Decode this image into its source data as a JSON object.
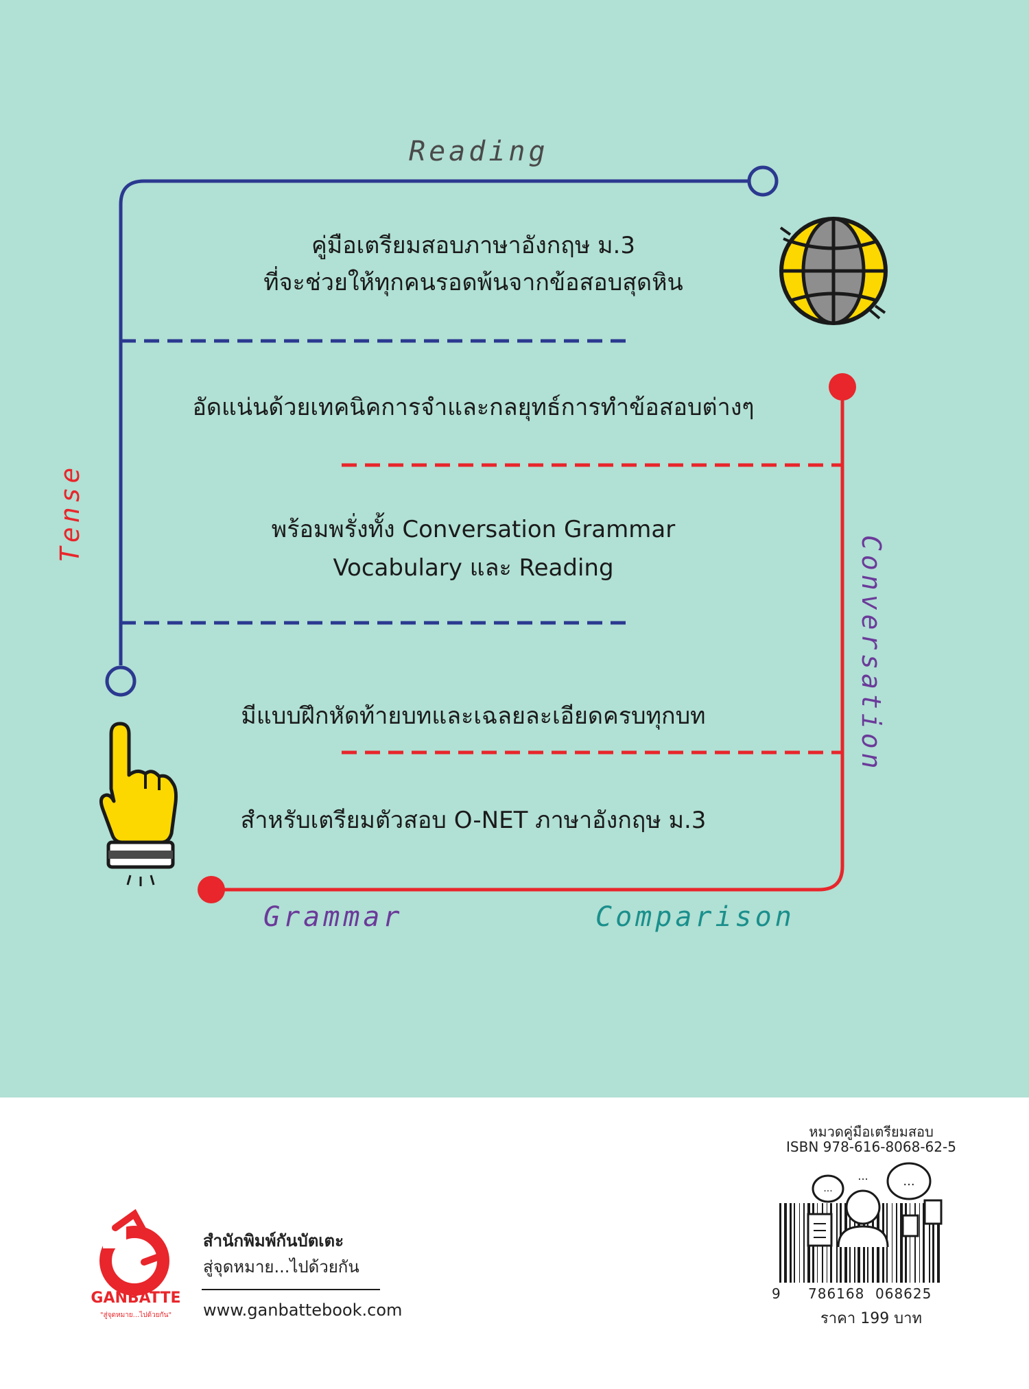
{
  "labels": {
    "reading": "Reading",
    "tense": "Tense",
    "conversation": "Conversation",
    "grammar": "Grammar",
    "comparison": "Comparison"
  },
  "blurbs": {
    "line1a": "คู่มือเตรียมสอบภาษาอังกฤษ ม.3",
    "line1b": "ที่จะช่วยให้ทุกคนรอดพ้นจากข้อสอบสุดหิน",
    "line2": "อัดแน่นด้วยเทคนิคการจำและกลยุทธ์การทำข้อสอบต่างๆ",
    "line3a": "พร้อมพรั่งทั้ง Conversation Grammar",
    "line3b": "Vocabulary และ Reading",
    "line4": "มีแบบฝึกหัดท้ายบทและเฉลยละเอียดครบทุกบท",
    "line5": "สำหรับเตรียมตัวสอบ O-NET ภาษาอังกฤษ ม.3"
  },
  "publisher": {
    "logo_text": "GANBATTE",
    "logo_tagline": "\"สู่จุดหมาย...ไปด้วยกัน\"",
    "name": "สำนักพิมพ์กันบัตเตะ",
    "slogan": "สู่จุดหมาย...ไปด้วยกัน",
    "website": "www.ganbattebook.com"
  },
  "book_info": {
    "category": "หมวดคู่มือเตรียมสอบ",
    "isbn": "ISBN 978-616-8068-62-5",
    "barcode_lead": "9",
    "barcode_left": "786168",
    "barcode_right": "068625",
    "price": "ราคา 199 บาท"
  },
  "colors": {
    "background_top": "#b1e0d4",
    "navy_line": "#2b3990",
    "red_line": "#e8262b",
    "reading": "#4a4a4a",
    "tense": "#e8262b",
    "conversation": "#6b3a9a",
    "grammar": "#6b3a9a",
    "comparison": "#1a8f8c",
    "logo_red": "#e8262b"
  },
  "icons": {
    "globe": "globe-icon",
    "hand": "pointing-hand-icon",
    "logo": "ganbatte-logo-icon",
    "barcode_art": "people-chat-icon"
  }
}
